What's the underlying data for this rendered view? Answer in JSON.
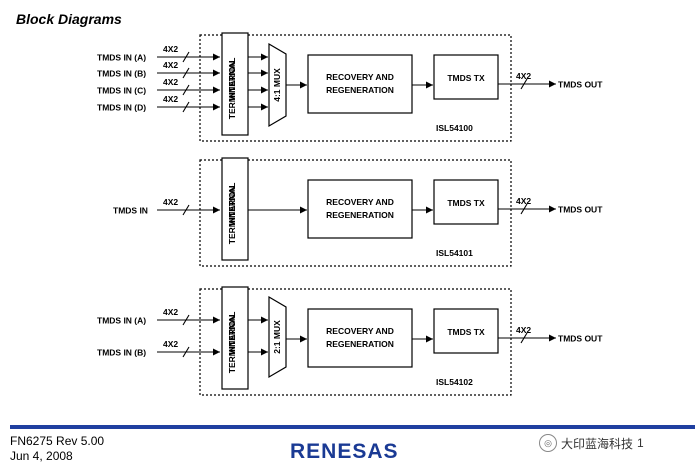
{
  "title": "Block Diagrams",
  "blocks": [
    {
      "part": "ISL54100",
      "inputs": [
        "TMDS IN (A)",
        "TMDS IN (B)",
        "TMDS IN (C)",
        "TMDS IN (D)"
      ],
      "bus_label": "4X2",
      "termination": [
        "INTERNAL",
        "TERMINATION"
      ],
      "mux": "4:1 MUX",
      "recovery": [
        "RECOVERY AND",
        "REGENERATION"
      ],
      "tx": "TMDS TX",
      "output_bus": "4X2",
      "output": "TMDS OUT"
    },
    {
      "part": "ISL54101",
      "inputs": [
        "TMDS IN"
      ],
      "bus_label": "4X2",
      "termination": [
        "INTERNAL",
        "TERMINATION"
      ],
      "mux": "",
      "recovery": [
        "RECOVERY AND",
        "REGENERATION"
      ],
      "tx": "TMDS TX",
      "output_bus": "4X2",
      "output": "TMDS OUT"
    },
    {
      "part": "ISL54102",
      "inputs": [
        "TMDS IN (A)",
        "TMDS IN (B)"
      ],
      "bus_label": "4X2",
      "termination": [
        "INTERNAL",
        "TERMINATION"
      ],
      "mux": "2:1 MUX",
      "recovery": [
        "RECOVERY AND",
        "REGENERATION"
      ],
      "tx": "TMDS TX",
      "output_bus": "4X2",
      "output": "TMDS OUT"
    }
  ],
  "footer": {
    "doc_number": "FN6275  Rev 5.00",
    "date": "Jun 4, 2008",
    "logo": "RENESAS",
    "watermark": "大印蓝海科技",
    "page_suffix": "1"
  }
}
